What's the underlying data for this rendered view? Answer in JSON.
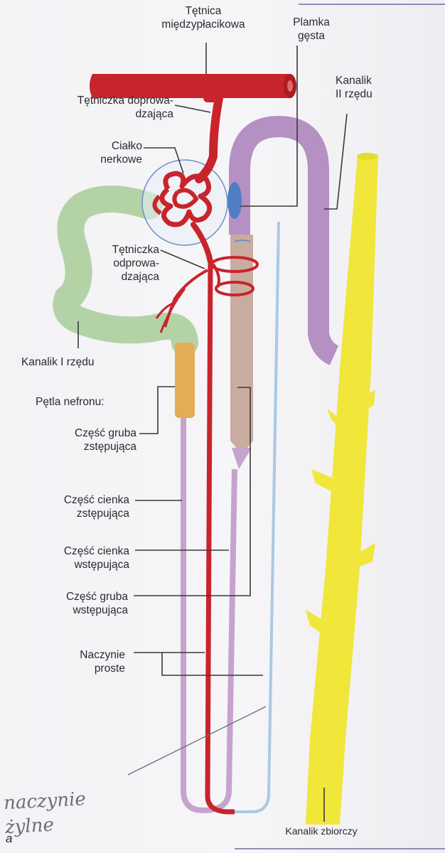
{
  "labels": {
    "interlobular_artery": "Tętnica\nmiędzypłacikowa",
    "macula_densa": "Plamka\ngęsta",
    "distal_tubule": "Kanalik\nII rzędu",
    "afferent": "Tętniczka doprowa-\ndzająca",
    "renal_corpuscle": "Ciałko\nnerkowe",
    "efferent": "Tętniczka\nodprowa-\ndzająca",
    "proximal_tubule": "Kanalik I rzędu",
    "loop": "Pętla nefronu:",
    "thick_descending": "Część gruba\nzstępująca",
    "thin_descending": "Część cienka\nzstępująca",
    "thin_ascending": "Część cienka\nwstępująca",
    "thick_ascending": "Część gruba\nwstępująca",
    "vasa_recta": "Naczynie\nproste",
    "collecting_duct": "Kanalik zbiorczy",
    "fig_letter": "a",
    "handwritten_note": "naczynie\nżylne"
  },
  "colors": {
    "artery": "#c8242c",
    "proximal": "#b3d3a6",
    "distal": "#b490c3",
    "thick_desc": "#e3ad56",
    "thin_limb": "#c6a3cc",
    "thick_asc": "#c9aca0",
    "macula": "#4f7ec4",
    "vein": "#a9c9e6",
    "collecting": "#f1e63a",
    "leader": "#3a3a3a"
  }
}
